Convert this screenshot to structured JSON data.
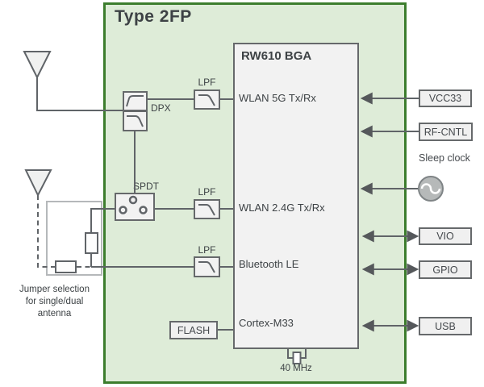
{
  "title": "Type 2FP",
  "chip": {
    "title": "RW610 BGA",
    "ports": [
      {
        "label": "WLAN 5G Tx/Rx"
      },
      {
        "label": "WLAN 2.4G Tx/Rx"
      },
      {
        "label": "Bluetooth LE"
      },
      {
        "label": "Cortex-M33"
      }
    ]
  },
  "rf": {
    "dpx_label": "DPX",
    "spdt_label": "SPDT",
    "lpf_labels": [
      "LPF",
      "LPF",
      "LPF"
    ]
  },
  "flash_label": "FLASH",
  "crystal_label": "40 MHz",
  "jumper_note": {
    "line1": "Jumper selection",
    "line2": "for single/dual",
    "line3": "antenna"
  },
  "right_panel": {
    "sleep_clock_label": "Sleep clock",
    "items": [
      {
        "label": "VCC33"
      },
      {
        "label": "RF-CNTL"
      },
      {
        "label": "VIO"
      },
      {
        "label": "GPIO"
      },
      {
        "label": "USB"
      }
    ]
  },
  "colors": {
    "module_fill": "#deecd8",
    "module_border": "#3c7d2d",
    "line_gray": "#606468",
    "box_fill": "#f2f2f2"
  }
}
